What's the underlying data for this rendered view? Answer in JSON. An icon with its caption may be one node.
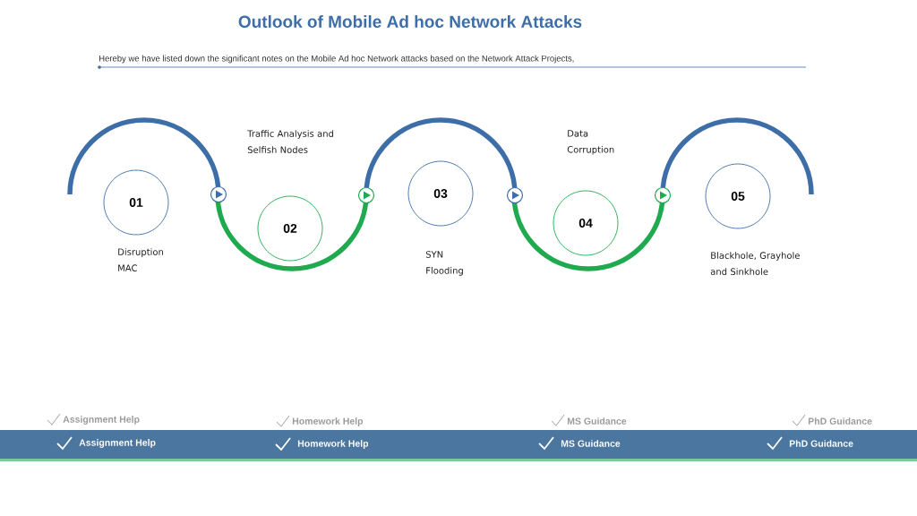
{
  "diagram": {
    "title": "Outlook of Mobile Ad hoc Network Attacks",
    "nodes": [
      {
        "text": [
          "01"
        ],
        "beside": [
          "Disruption MAC"
        ]
      },
      {
        "text": [
          "02"
        ]
      },
      {
        "text": [
          "03"
        ],
        "beside": [
          "SYN Flooding"
        ]
      },
      {
        "text": [
          "04"
        ]
      },
      {
        "text": [
          "05"
        ],
        "beside": [
          "Blackhole, Grayhole and Sinkhole"
        ]
      }
    ],
    "labels": [
      "Hereby we have listed down the significant notes on the Mobile Ad hoc Network attacks based on the Network Attack Projects,",
      "Traffic Analysis and Selfish Nodes",
      "Data Corruption",
      "Assignment Help",
      "Homework Help",
      "MS  Guidance",
      "PhD  Guidance",
      "Assignment Help",
      "Homework Help",
      "MS  Guidance",
      "PhD  Guidance"
    ]
  }
}
